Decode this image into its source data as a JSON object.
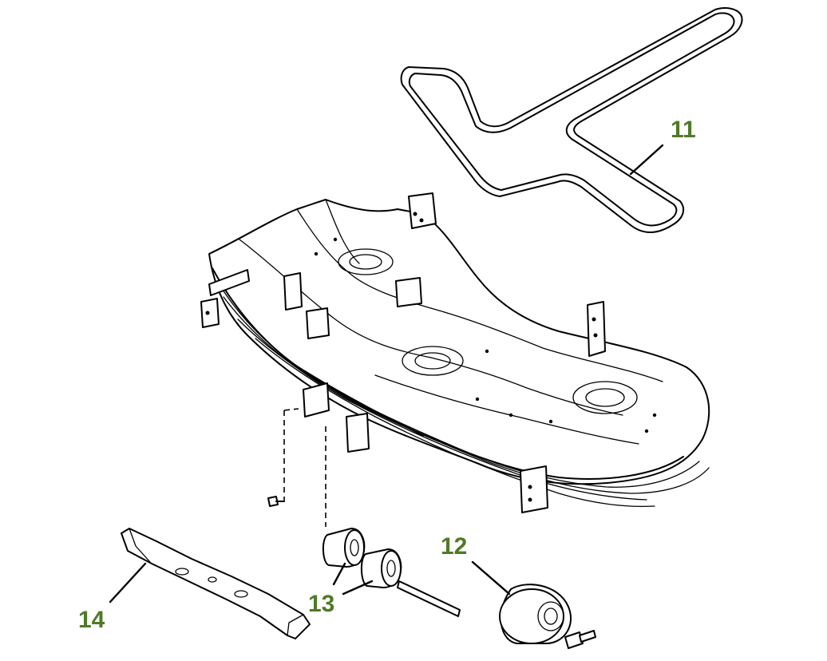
{
  "colors": {
    "callout": "#4f7a28",
    "line": "#000000",
    "background": "#ffffff"
  },
  "callouts": {
    "belt": "11",
    "gauge_wheel": "12",
    "rollers": "13",
    "blade": "14"
  }
}
